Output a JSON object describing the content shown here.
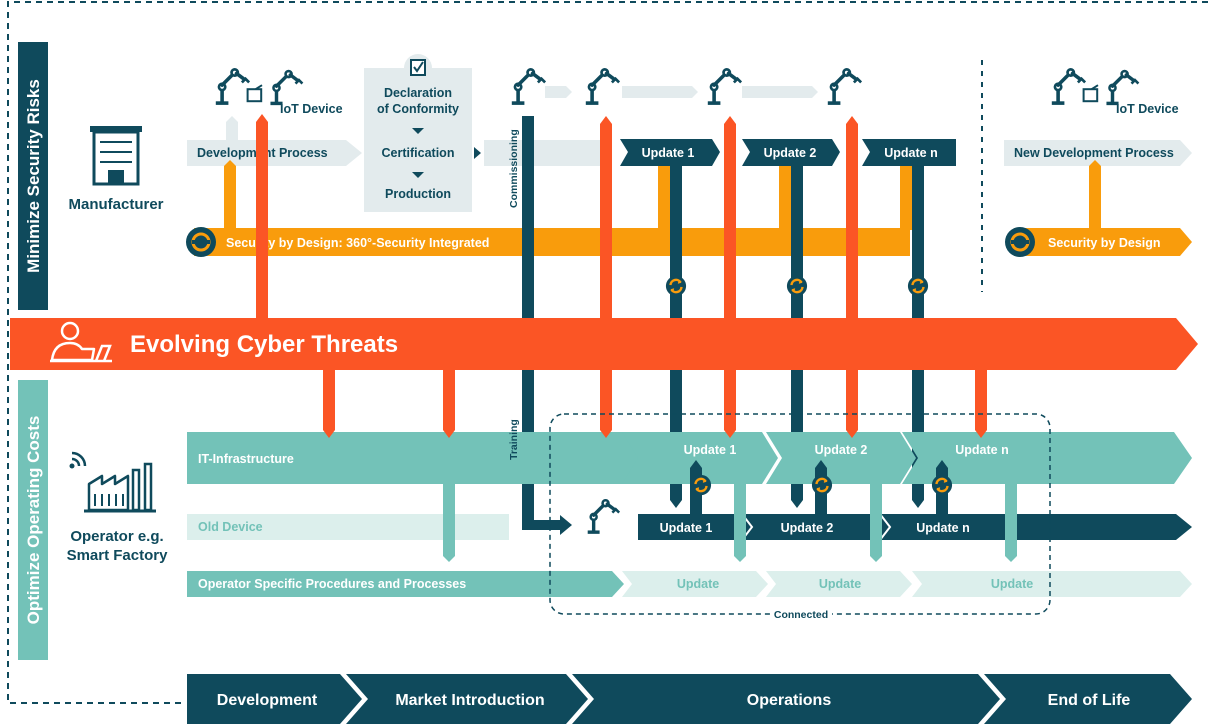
{
  "colors": {
    "dark": "#0f4a5c",
    "threat": "#fb5525",
    "design": "#f99c0c",
    "teal": "#73c2b8",
    "paleTeal": "#dcefec",
    "paleGray": "#e3ebed",
    "white": "#ffffff"
  },
  "side": {
    "top": "Minimize Security Risks",
    "bottom": "Optimize Operating Costs"
  },
  "manufacturer": {
    "label": "Manufacturer",
    "iot1": "IoT Device",
    "iot2": "IoT Device",
    "devProcess": "Development Process",
    "conformity": {
      "line1": "Declaration",
      "line2": "of Conformity",
      "certification": "Certification",
      "production": "Production"
    },
    "commissioning": "Commissioning",
    "updates": [
      "Update 1",
      "Update 2",
      "Update n"
    ],
    "securityByDesign": "Security by Design: 360°-Security Integrated",
    "newDev": "New Development Process",
    "securityByDesign2": "Security by Design"
  },
  "threats": {
    "label": "Evolving Cyber Threats"
  },
  "operator": {
    "label1": "Operator e.g.",
    "label2": "Smart Factory",
    "itInfra": "IT-Infrastructure",
    "itUpdates": [
      "Update 1",
      "Update 2",
      "Update n"
    ],
    "training": "Training",
    "oldDevice": "Old Device",
    "deviceUpdates": [
      "Update 1",
      "Update 2",
      "Update n"
    ],
    "procedures": "Operator Specific Procedures and Processes",
    "procUpdates": [
      "Update",
      "Update",
      "Update"
    ],
    "connected": "Connected"
  },
  "phases": [
    "Development",
    "Market Introduction",
    "Operations",
    "End of Life"
  ],
  "icons": {
    "robot": "robot-arm-icon",
    "iot": "iot-device-icon",
    "cert": "certificate-check-icon",
    "building": "office-building-icon",
    "hacker": "hacker-laptop-icon",
    "factory": "factory-icon",
    "wifi": "wifi-signal-icon",
    "cycle": "update-cycle-icon"
  }
}
